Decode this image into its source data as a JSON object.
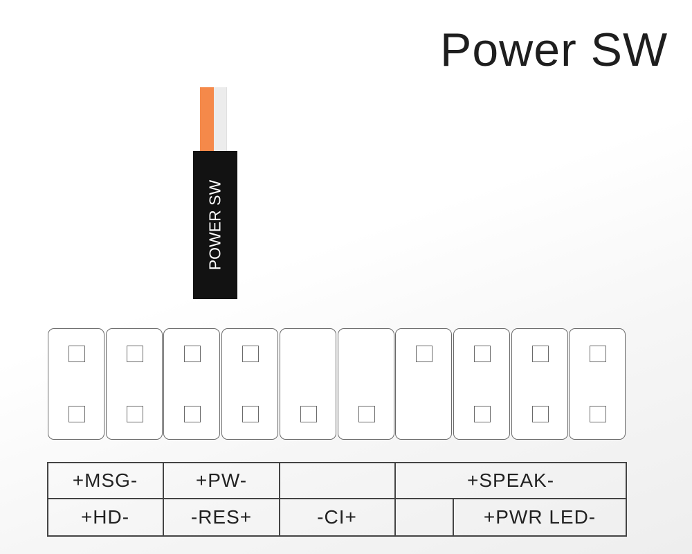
{
  "title": "Power SW",
  "connector": {
    "label": "POWER SW",
    "wire_colors": [
      "#f5894a",
      "#ececec"
    ]
  },
  "header": {
    "pins": [
      {
        "top": true,
        "bottom": true
      },
      {
        "top": true,
        "bottom": true
      },
      {
        "top": true,
        "bottom": true
      },
      {
        "top": true,
        "bottom": true
      },
      {
        "top": false,
        "bottom": true
      },
      {
        "top": false,
        "bottom": true
      },
      {
        "top": true,
        "bottom": false
      },
      {
        "top": true,
        "bottom": true
      },
      {
        "top": true,
        "bottom": true
      },
      {
        "top": true,
        "bottom": true
      }
    ]
  },
  "labels": {
    "row1": [
      "+MSG-",
      "+PW-",
      "",
      "+SPEAK-"
    ],
    "row2": [
      "+HD-",
      "-RES+",
      "-CI+",
      "",
      "+PWR LED-"
    ]
  }
}
